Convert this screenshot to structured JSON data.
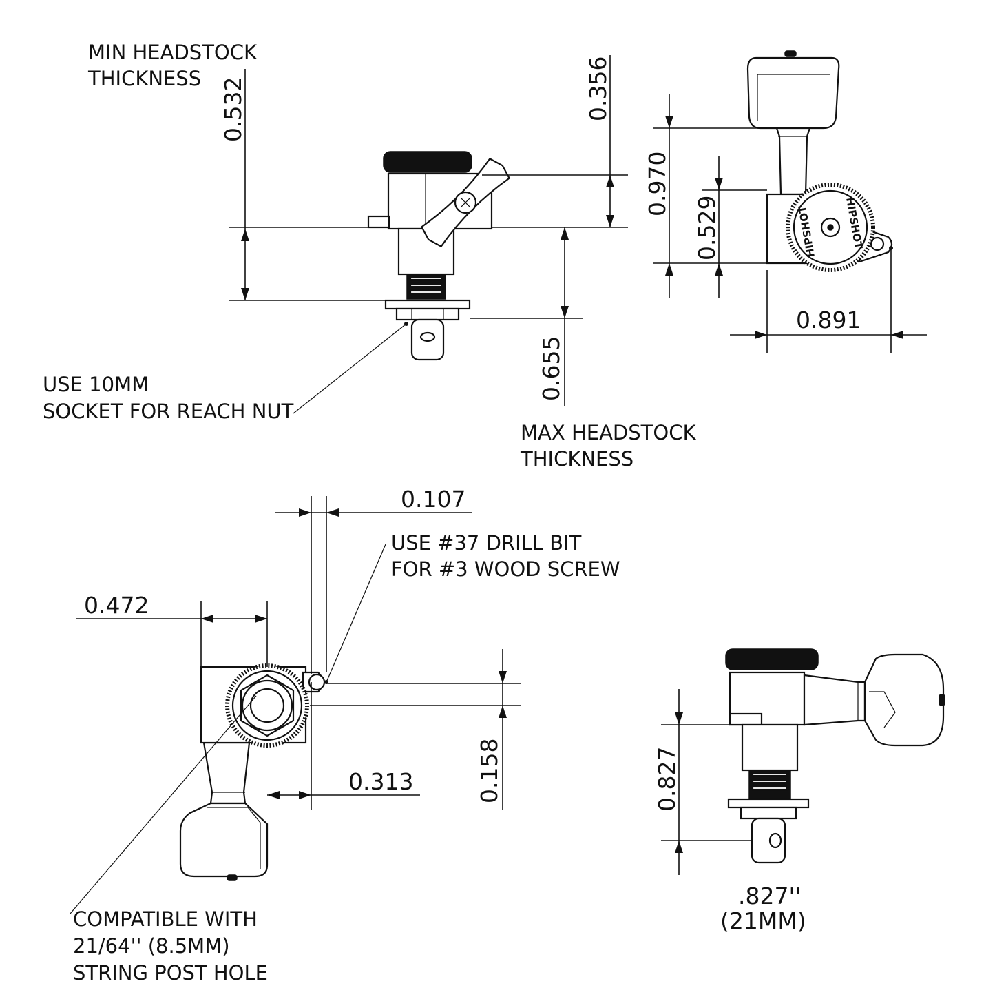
{
  "labels": {
    "min_headstock_line1": "MIN HEADSTOCK",
    "min_headstock_line2": "THICKNESS",
    "max_headstock_line1": "MAX HEADSTOCK",
    "max_headstock_line2": "THICKNESS",
    "socket_line1": "USE 10MM",
    "socket_line2": "SOCKET FOR REACH NUT",
    "drill_line1": "USE #37 DRILL BIT",
    "drill_line2": "FOR #3 WOOD SCREW",
    "compat_line1": "COMPATIBLE WITH",
    "compat_line2": "21/64'' (8.5MM)",
    "compat_line3": "STRING POST HOLE",
    "size_inch": ".827''",
    "size_mm": "(21MM)",
    "brand_top": "HIPSHOT",
    "brand_bottom": "HIPSHOT"
  },
  "dimensions": {
    "min_thickness": "0.532",
    "top_offset": "0.356",
    "max_thickness": "0.655",
    "height_overall": "0.970",
    "height_body": "0.529",
    "width_overall": "0.891",
    "screw_offset_x": "0.107",
    "post_offset": "0.472",
    "post_to_edge": "0.313",
    "screw_offset_y": "0.158",
    "washer_width": "0.827"
  }
}
